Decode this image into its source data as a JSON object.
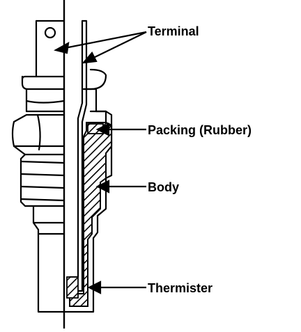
{
  "diagram": {
    "labels": {
      "terminal": "Terminal",
      "packing": "Packing (Rubber)",
      "body": "Body",
      "thermister": "Thermister"
    }
  },
  "colors": {
    "ink": "#000000",
    "paper": "#ffffff"
  }
}
